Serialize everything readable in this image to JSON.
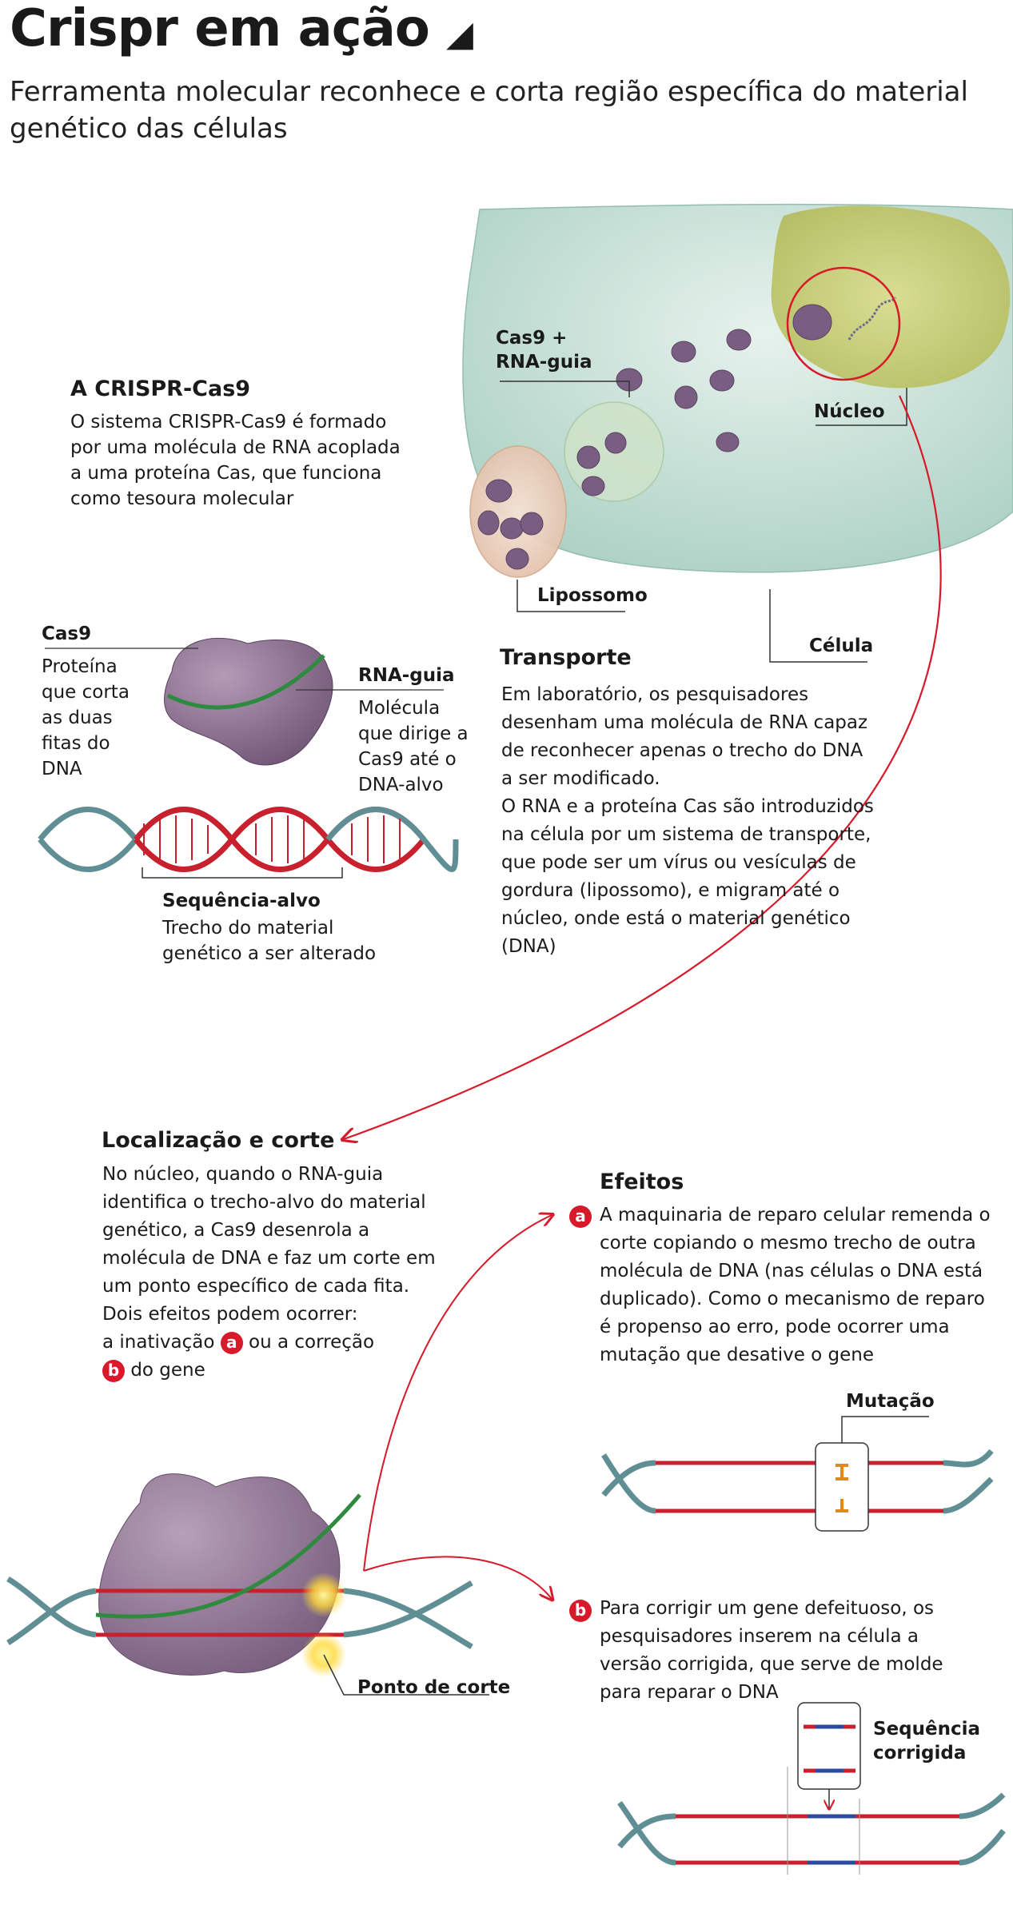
{
  "header": {
    "title": "Crispr em ação",
    "subtitle": "Ferramenta molecular reconhece e corta região específica do material genético das células"
  },
  "crispr": {
    "heading": "A CRISPR-Cas9",
    "text": "O sistema CRISPR-Cas9 é formado por uma molécula de RNA acoplada a uma proteína Cas, que funciona como tesoura molecular"
  },
  "cell_labels": {
    "cas9_rna": "Cas9 +\nRNA-guia",
    "nucleo": "Núcleo",
    "lipossomo": "Lipossomo",
    "celula": "Célula"
  },
  "cas9": {
    "label": "Cas9",
    "text": "Proteína que corta as duas fitas do DNA"
  },
  "rna_guia": {
    "label": "RNA-guia",
    "text": "Molécula que dirige a Cas9 até o DNA-alvo"
  },
  "target": {
    "label": "Sequência-alvo",
    "text": "Trecho do material genético a ser alterado"
  },
  "transporte": {
    "heading": "Transporte",
    "p1": "Em laboratório, os pesquisadores desenham uma molécula de RNA capaz de reconhecer apenas o trecho do DNA a ser modificado.",
    "p2": "O RNA e a proteína Cas são introduzidos na célula por um sistema de transporte, que pode ser um vírus ou vesículas de gordura (lipossomo), e migram até o núcleo, onde está o material genético (DNA)"
  },
  "localizacao": {
    "heading": "Localização e corte",
    "text": "No núcleo, quando o RNA-guia identifica o trecho-alvo do material genético, a Cas9 desenrola a molécula de DNA e faz um corte em um ponto específico de cada fita. Dois efeitos podem ocorrer:",
    "line_a_pre": "a inativação",
    "line_a_post": "ou a correção",
    "line_b_post": "do gene"
  },
  "efeitos": {
    "heading": "Efeitos",
    "a_text": "A maquinaria de reparo celular remenda o corte copiando o mesmo trecho de outra molécula de DNA (nas células o DNA está duplicado). Como o mecanismo de reparo é propenso ao erro, pode ocorrer uma mutação que desative o gene",
    "b_text": "Para corrigir um gene defeituoso, os pesquisadores inserem na célula a versão corrigida, que serve de molde para reparar o DNA"
  },
  "badges": {
    "a": "a",
    "b": "b"
  },
  "labels": {
    "mutacao": "Mutação",
    "ponto_corte": "Ponto de corte",
    "seq_corrigida": "Sequência\ncorrigida"
  },
  "colors": {
    "accent_red": "#d7192a",
    "protein": "#8a6d8e",
    "cell": "#cfe6dc",
    "nucleus": "#c9cf7a",
    "dna_teal": "#5f8e94",
    "dna_red": "#c8202c",
    "rna_green": "#2e8a3e"
  }
}
